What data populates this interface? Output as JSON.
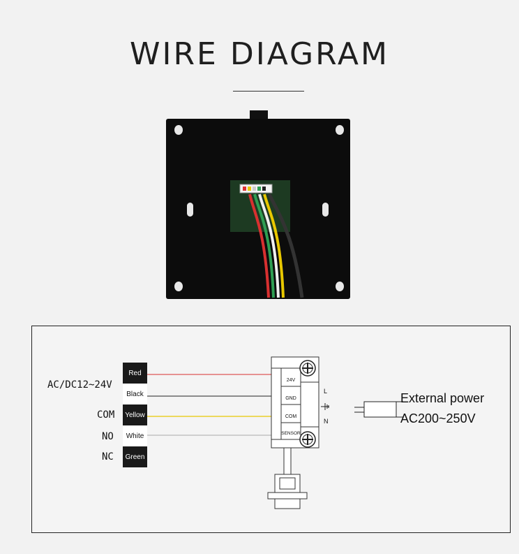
{
  "page": {
    "title": "WIRE DIAGRAM"
  },
  "colors": {
    "background": "#f2f2f2",
    "device_body": "#0c0c0c",
    "wire_red": "#d83030",
    "wire_black": "#222222",
    "wire_yellow": "#e8c800",
    "wire_white": "#bbbbbb",
    "wire_green": "#2e9e52"
  },
  "diagram": {
    "supply_labels": [
      "AC/DC12~24V",
      "COM",
      "NO",
      "NC"
    ],
    "wires": [
      {
        "label": "Red",
        "style": "dark"
      },
      {
        "label": "Black",
        "style": "light"
      },
      {
        "label": "Yellow",
        "style": "dark"
      },
      {
        "label": "White",
        "style": "light"
      },
      {
        "label": "Green",
        "style": "dark"
      }
    ],
    "terminals": [
      "24V",
      "GND",
      "COM",
      "SENSOR"
    ],
    "power_marks": [
      "L",
      "N"
    ],
    "external_power": {
      "line1": "External power",
      "line2": "AC200~250V"
    }
  }
}
